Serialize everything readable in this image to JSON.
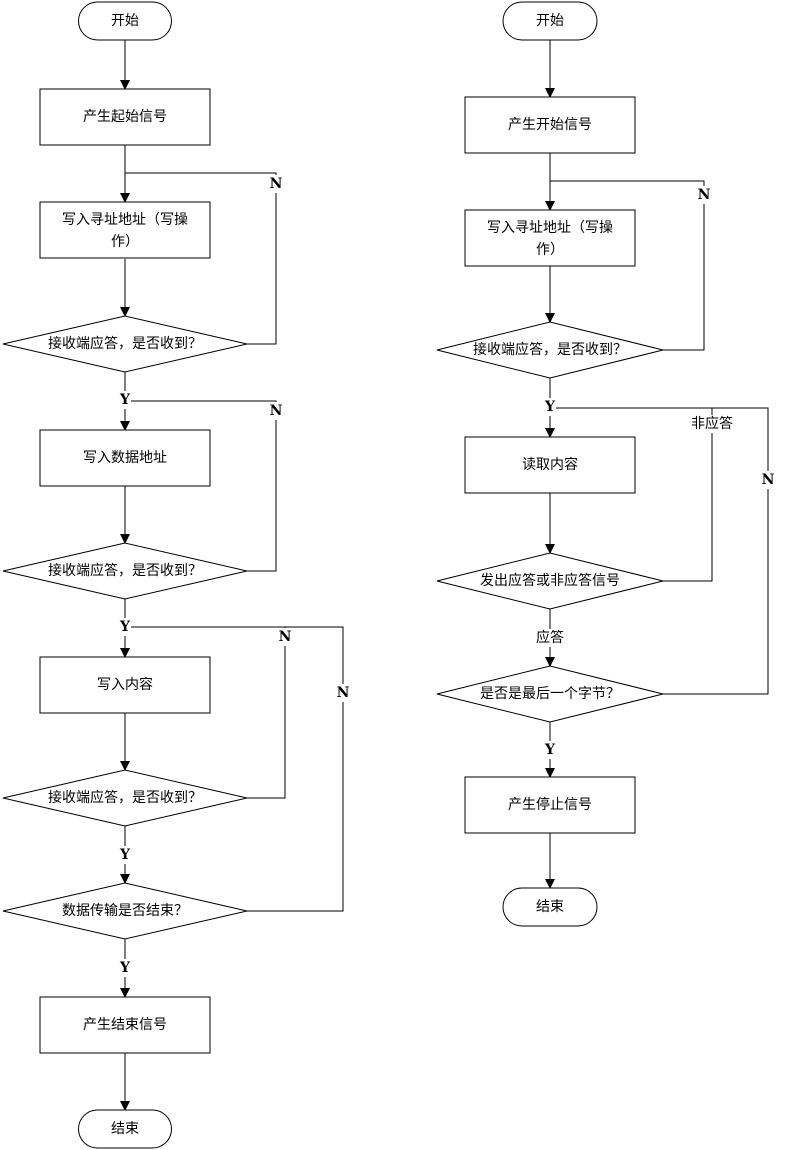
{
  "left": {
    "start": "开始",
    "gen_start": "产生起始信号",
    "write_addr": [
      "写入寻址地址（写操",
      "作）"
    ],
    "ack1": "接收端应答，是否收到？",
    "write_data_addr": "写入数据地址",
    "ack2": "接收端应答，是否收到？",
    "write_content": "写入内容",
    "ack3": "接收端应答，是否收到？",
    "transfer_done": "数据传输是否结束？",
    "gen_end": "产生结束信号",
    "end": "结束"
  },
  "right": {
    "start": "开始",
    "gen_start": "产生开始信号",
    "write_addr": [
      "写入寻址地址（写操",
      "作）"
    ],
    "ack1": "接收端应答，是否收到？",
    "read_content": "读取内容",
    "send_ack": "发出应答或非应答信号",
    "last_byte": "是否是最后一个字节？",
    "gen_stop": "产生停止信号",
    "end": "结束"
  },
  "labels": {
    "yes": "Y",
    "no": "N",
    "ack": "应答",
    "nack": "非应答"
  }
}
